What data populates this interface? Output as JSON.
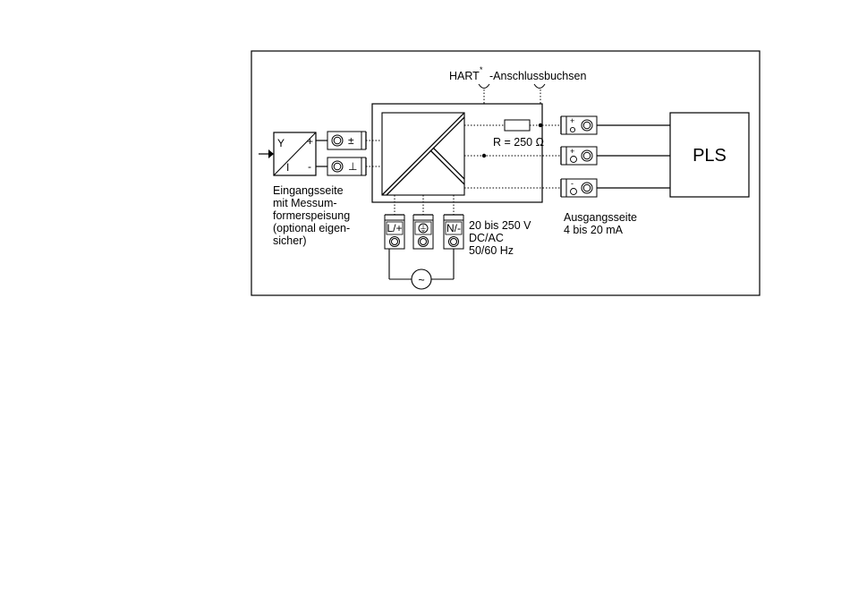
{
  "hart": {
    "label": "HART",
    "mark": "*",
    "suffix": "-Anschlussbuchsen"
  },
  "resistor_label": "R = 250 Ω",
  "pls_label": "PLS",
  "input_side": {
    "lines": [
      "Eingangsseite",
      "mit Messum-",
      "formerspeisung",
      "(optional eigen-",
      "sicher)"
    ]
  },
  "output_side": {
    "lines": [
      "Ausgangsseite",
      "4 bis 20 mA"
    ]
  },
  "supply": {
    "lines": [
      "20 bis 250 V",
      "DC/AC",
      "50/60 Hz"
    ]
  },
  "transmitter": {
    "y_label": "Y",
    "i_label": "I",
    "plus": "+",
    "minus": "-"
  },
  "input_terminals": [
    "±",
    "⊥"
  ],
  "output_terminals": [
    "+",
    "+",
    "-"
  ],
  "power_terminals": [
    "L/+",
    "⏚",
    "N/-"
  ],
  "ac_symbol": "~"
}
